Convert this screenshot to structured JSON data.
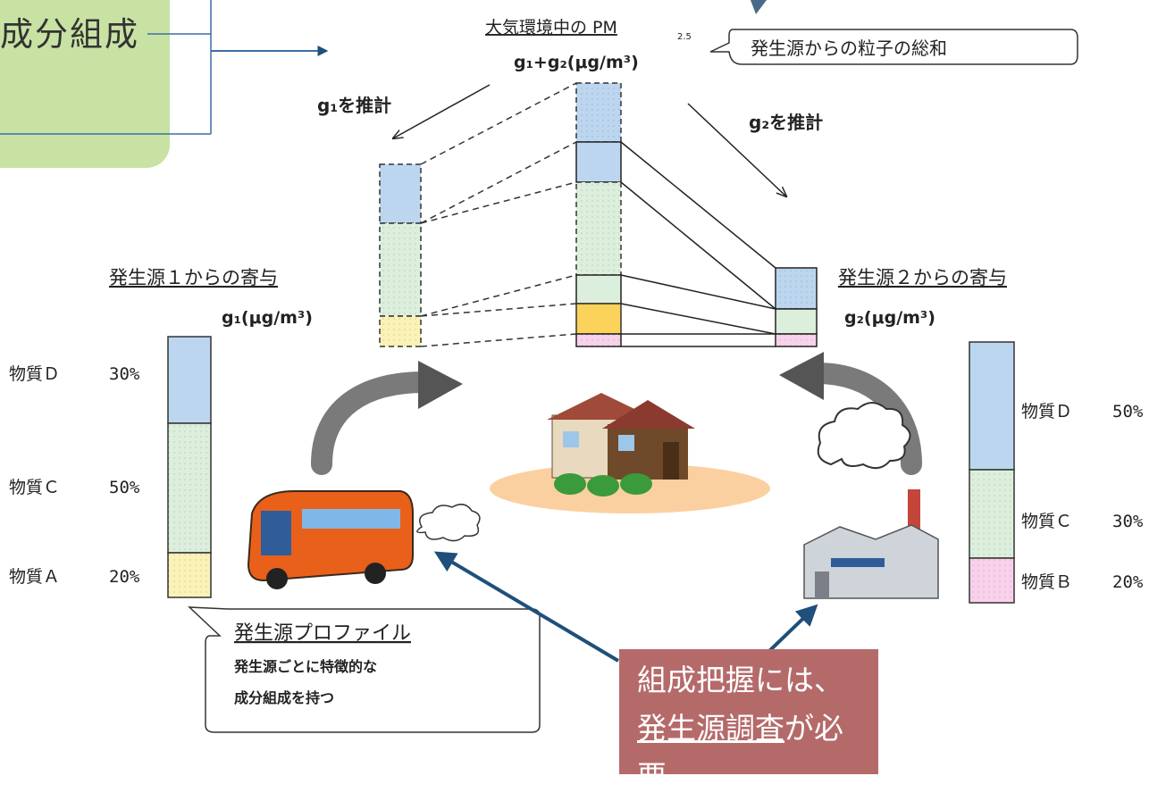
{
  "top_left_callout": {
    "text": "成分組成"
  },
  "center": {
    "title": "大気環境中の PM",
    "title_sub": "2.5",
    "formula": "g₁+g₂(μg/m³)",
    "bubble": "発生源からの粒子の総和",
    "estimate_g1": "g₁を推計",
    "estimate_g2": "g₂を推計"
  },
  "source1": {
    "title": "発生源１からの寄与",
    "unit": "g₁(μg/m³)",
    "profile": [
      {
        "label": "物質Ｄ",
        "pct": "30%",
        "color": "#bcd6ef"
      },
      {
        "label": "物質Ｃ",
        "pct": "50%",
        "color": "#dcefdc"
      },
      {
        "label": "物質Ａ",
        "pct": "20%",
        "color": "#fbf2b8"
      }
    ]
  },
  "source2": {
    "title": "発生源２からの寄与",
    "unit": "g₂(μg/m³)",
    "profile": [
      {
        "label": "物質Ｄ",
        "pct": "50%",
        "color": "#bcd6ef"
      },
      {
        "label": "物質Ｃ",
        "pct": "30%",
        "color": "#dcefdc"
      },
      {
        "label": "物質Ｂ",
        "pct": "20%",
        "color": "#f8d2ea"
      }
    ]
  },
  "profile_note": {
    "title": "発生源プロファイル",
    "line1": "発生源ごとに特徴的な",
    "line2": "成分組成を持つ"
  },
  "bottom_callout": {
    "line1": "組成把握には、",
    "line2_underlined": "発生源調査",
    "line2_rest": "が必要。"
  },
  "colors": {
    "blue": "#bcd6ef",
    "green": "#dcefdc",
    "yellow": "#fbf2b8",
    "pink": "#f8d2ea",
    "orange": "#fbd25a",
    "arrow": "#1f4f7a",
    "callout_green": "#c8e2a4",
    "callout_red": "#b56a6a"
  }
}
